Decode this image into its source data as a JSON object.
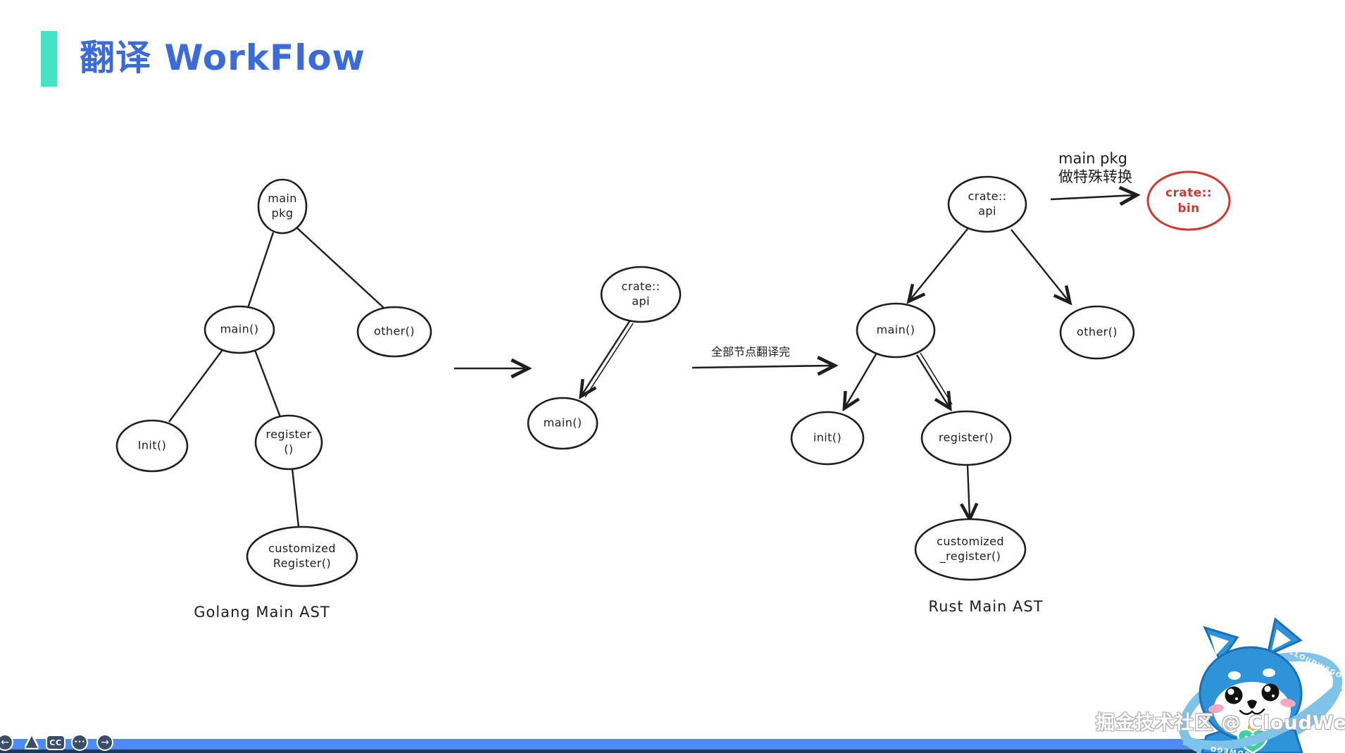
{
  "header": {
    "title": "翻译 WorkFlow",
    "title_color": "#3b6adb",
    "accent_color": "#47e2c6"
  },
  "colors": {
    "ink": "#1e1e1e",
    "red_node": "#cd3a31",
    "player_bar_blue": "#4b8cf6",
    "player_bar_dark": "#1c3a5c",
    "mascot_blue": "#2e93d9",
    "mascot_ring": "#7fc4e8"
  },
  "golang_tree": {
    "caption": "Golang Main AST",
    "main_pkg": "main\npkg",
    "main_fn": "main()",
    "other_fn": "other()",
    "init_fn": "Init()",
    "register_fn": "register\n()",
    "customized_register_fn": "customized\nRegister()"
  },
  "intermediate": {
    "crate_api": "crate::\napi",
    "main_fn": "main()"
  },
  "transition": {
    "label": "全部节点翻译完"
  },
  "rust_tree": {
    "caption": "Rust Main AST",
    "crate_api": "crate::\napi",
    "main_fn": "main()",
    "other_fn": "other()",
    "init_fn": "init()",
    "register_fn": "register()",
    "customized_register_fn": "customized\n_register()"
  },
  "special_conversion": {
    "note": "main pkg\n做特殊转换",
    "crate_bin": "crate::\nbin"
  },
  "watermark": {
    "text": "掘金技术社区 @ CloudWeGo"
  },
  "mascot": {
    "ring_text": "CLOUDWEGO"
  },
  "player_bar": {
    "cc_label": "CC",
    "prev_glyph": "←",
    "next_glyph": "→",
    "more_glyph": "•••",
    "pointer_glyph": "▲"
  }
}
